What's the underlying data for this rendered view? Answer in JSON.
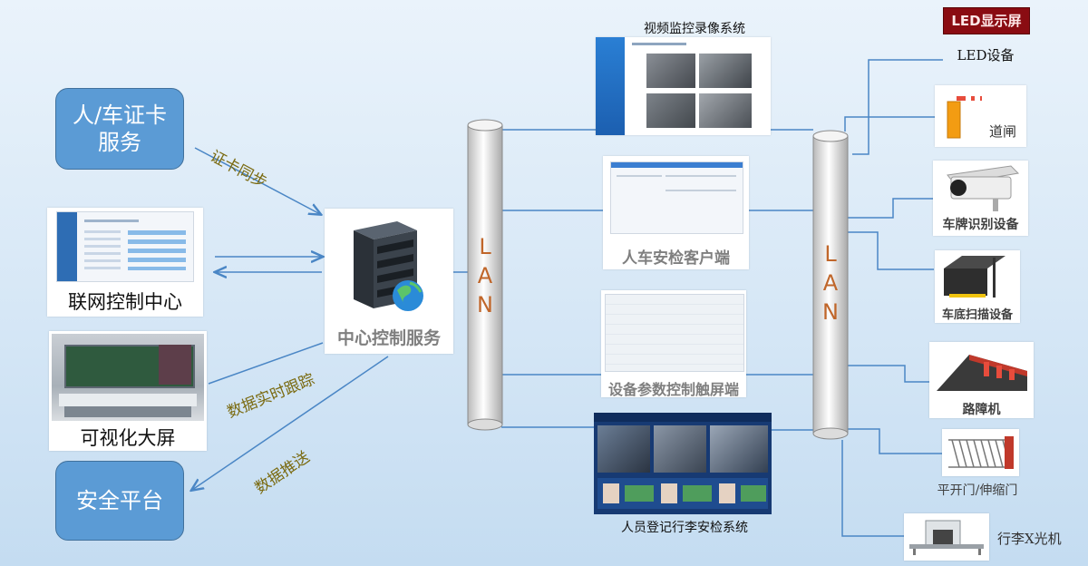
{
  "left_boxes": {
    "card_service": "人/车证卡\n服务",
    "security_platform": "安全平台"
  },
  "captions": {
    "joint_control": "联网控制中心",
    "visual_screen": "可视化大屏",
    "center_service": "中心控制服务",
    "video_system": "视频监控录像系统",
    "client": "人车安检客户端",
    "touch_screen": "设备参数控制触屏端",
    "registration": "人员登记行李安检系统"
  },
  "arrows": {
    "sync": "证卡同步",
    "tracking": "数据实时跟踪",
    "push": "数据推送"
  },
  "lan": {
    "left": "LAN",
    "right": "LAN"
  },
  "devices": {
    "led_badge": "LED显示屏",
    "led": "LED设备",
    "gate": "道闸",
    "plate": "车牌识别设备",
    "under_scan": "车底扫描设备",
    "barrier": "路障机",
    "door": "平开门/伸缩门",
    "xray": "行李X光机"
  }
}
